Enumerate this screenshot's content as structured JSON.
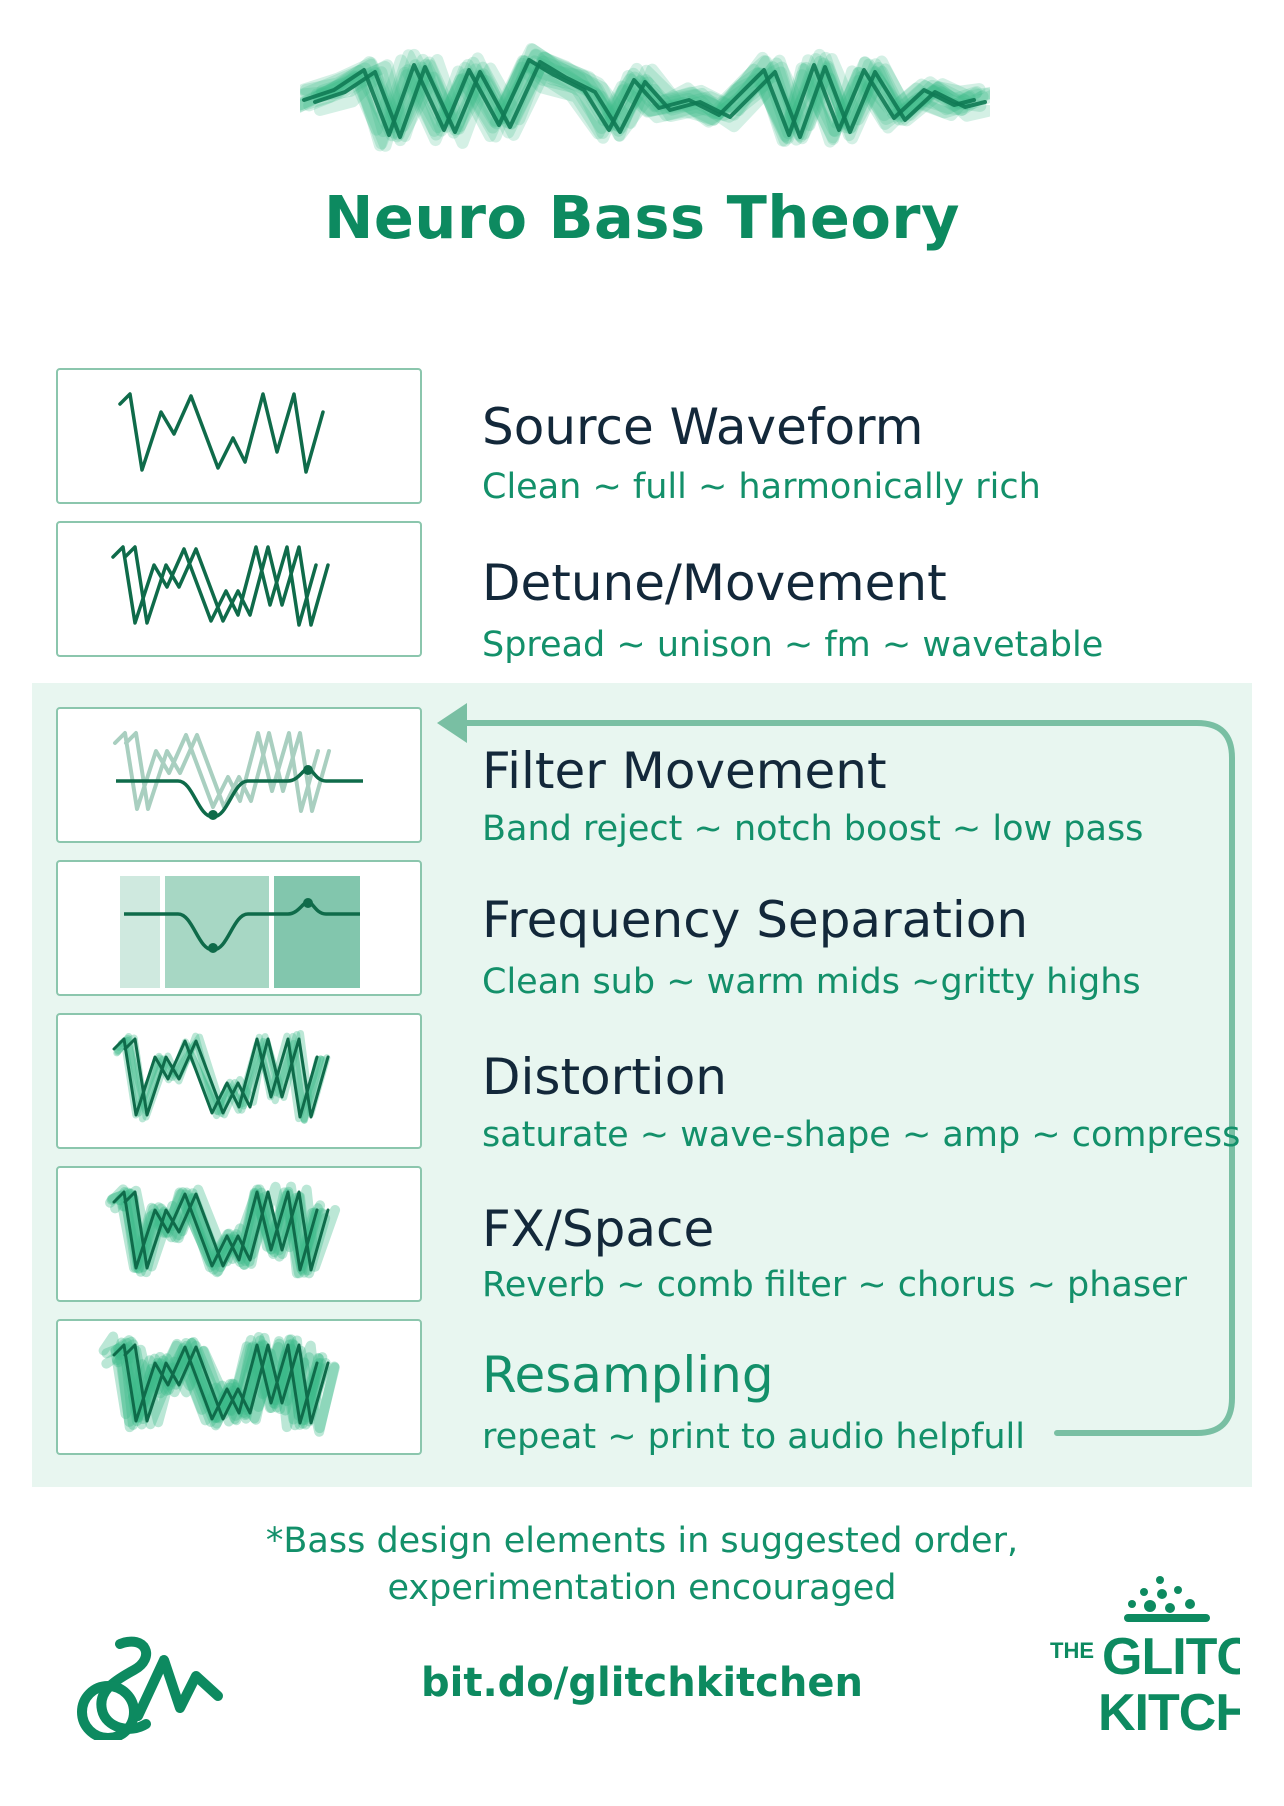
{
  "title": "Neuro Bass Theory",
  "steps": [
    {
      "title": "Source Waveform",
      "subtitle": "Clean ~ full ~ harmonically rich",
      "icon": "clean-wave-icon"
    },
    {
      "title": "Detune/Movement",
      "subtitle": "Spread ~ unison ~ fm ~ wavetable",
      "icon": "detuned-wave-icon"
    },
    {
      "title": "Filter Movement",
      "subtitle": "Band reject ~ notch boost ~ low pass",
      "icon": "filter-curve-icon"
    },
    {
      "title": "Frequency Separation",
      "subtitle": "Clean sub ~ warm mids ~gritty highs",
      "icon": "frequency-bands-icon"
    },
    {
      "title": "Distortion",
      "subtitle": "saturate ~ wave-shape ~ amp ~ compress",
      "icon": "distorted-wave-icon"
    },
    {
      "title": "FX/Space",
      "subtitle": "Reverb ~ comb filter ~ chorus ~ phaser",
      "icon": "fx-wave-icon"
    },
    {
      "title": "Resampling",
      "subtitle": "repeat ~ print to audio helpfull",
      "icon": "resampled-wave-icon"
    }
  ],
  "footnote": {
    "line1": "*Bass design elements in suggested order,",
    "line2": "experimentation encouraged"
  },
  "link": "bit.do/glitchkitchen",
  "logos": {
    "left": "sam-logo",
    "right": {
      "line1": "THE",
      "line2": "GLITCH",
      "line3": "KITCHEN"
    }
  },
  "colors": {
    "accent": "#0d8a60",
    "text_dark": "#13283a",
    "panel": "#e8f6f0",
    "box_border": "#8bc6ad"
  }
}
